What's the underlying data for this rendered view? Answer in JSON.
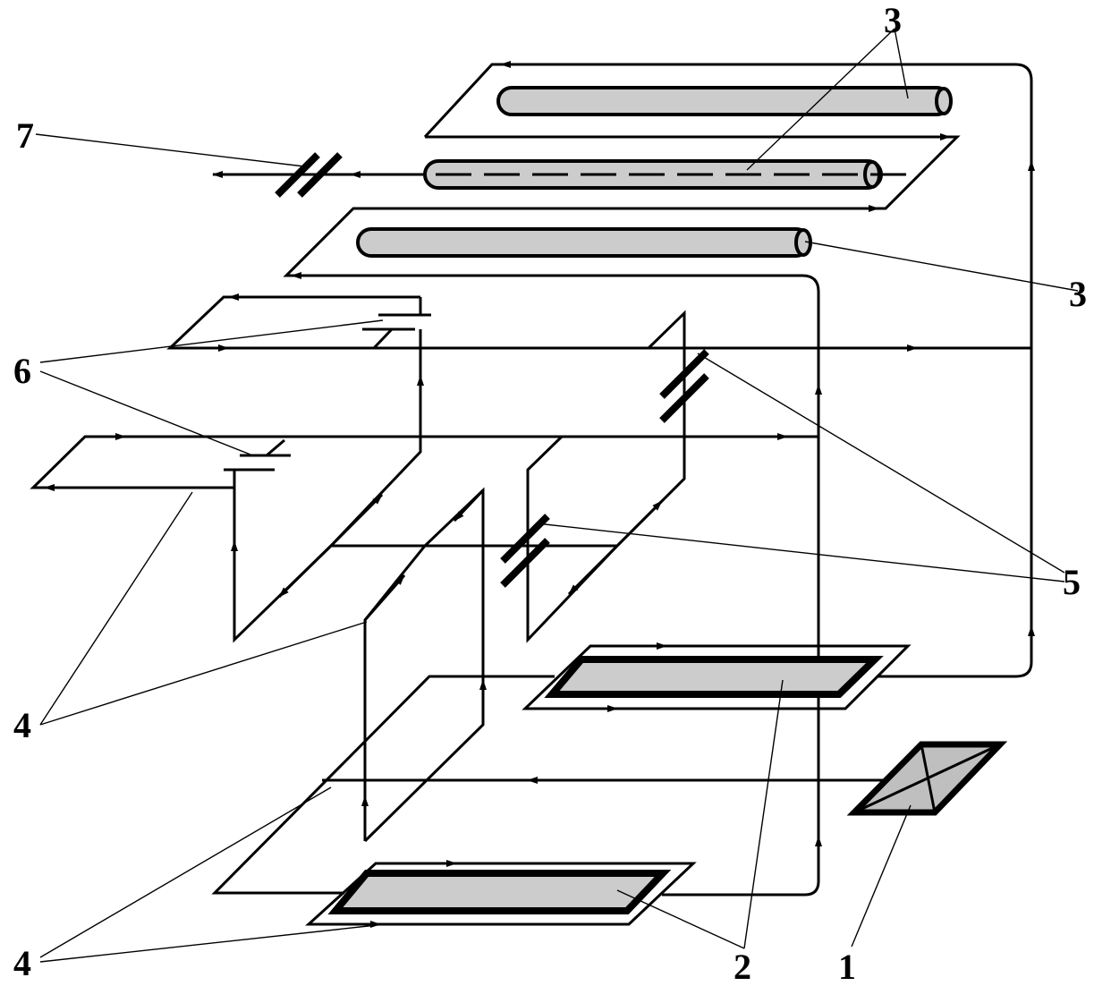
{
  "labels": {
    "l1": "1",
    "l2": "2",
    "l3_top": "3",
    "l3_right": "3",
    "l4_left": "4",
    "l4_bottom": "4",
    "l5": "5",
    "l6": "6",
    "l7": "7"
  }
}
